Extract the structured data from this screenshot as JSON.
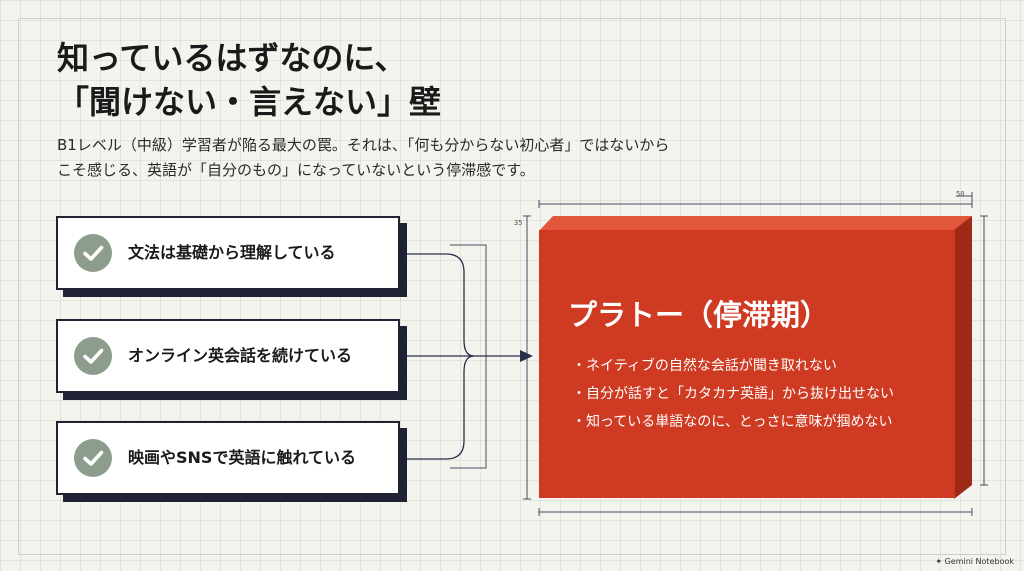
{
  "heading": {
    "line1": "知っているはずなのに、",
    "line2": "「聞けない・言えない」壁"
  },
  "description": {
    "line1": "B1レベル（中級）学習者が陥る最大の罠。それは、「何も分からない初心者」ではないから",
    "line2": "こそ感じる、英語が「自分のもの」になっていないという停滞感です。"
  },
  "checklist": [
    {
      "label": "文法は基礎から理解している",
      "icon": "check-icon"
    },
    {
      "label": "オンライン英会話を続けている",
      "icon": "check-icon"
    },
    {
      "label": "映画やSNSで英語に触れている",
      "icon": "check-icon"
    }
  ],
  "plateau": {
    "title": "プラトー（停滞期）",
    "points": [
      "ネイティブの自然な会話が聞き取れない",
      "自分が話すと「カタカナ英語」から抜け出せない",
      "知っている単語なのに、とっさに意味が掴めない"
    ]
  },
  "dimension_labels": {
    "top": "50",
    "left": "35"
  },
  "brand": {
    "name": "Gemini Notebook",
    "icon": "sparkle-icon"
  },
  "colors": {
    "background": "#f4f4ef",
    "card_border": "#1e2233",
    "check_fill": "#8c9d8e",
    "box_front": "#cf3a22",
    "box_side": "#9c2a16",
    "box_top": "#e2563b",
    "line": "#2b2f4a"
  }
}
